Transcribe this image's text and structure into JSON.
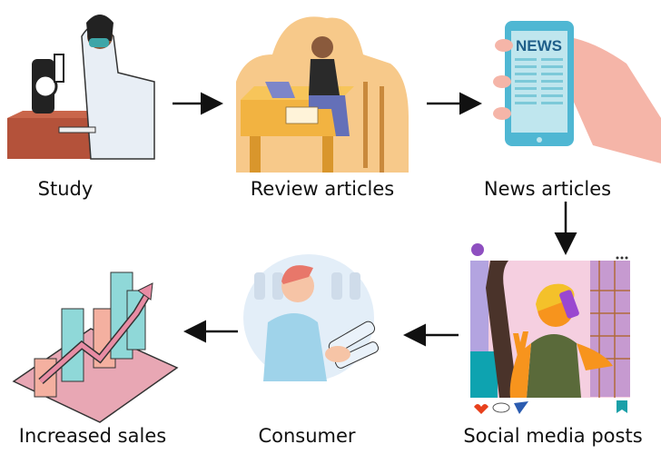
{
  "steps": [
    {
      "label": "Study"
    },
    {
      "label": "Review articles"
    },
    {
      "label": "News articles",
      "phone_text": "NEWS"
    },
    {
      "label": "Social media posts"
    },
    {
      "label": "Consumer"
    },
    {
      "label": "Increased sales"
    }
  ],
  "colors": {
    "arrow": "#111111",
    "like": "#e8401c",
    "bookmark": "#1aa0a8"
  }
}
